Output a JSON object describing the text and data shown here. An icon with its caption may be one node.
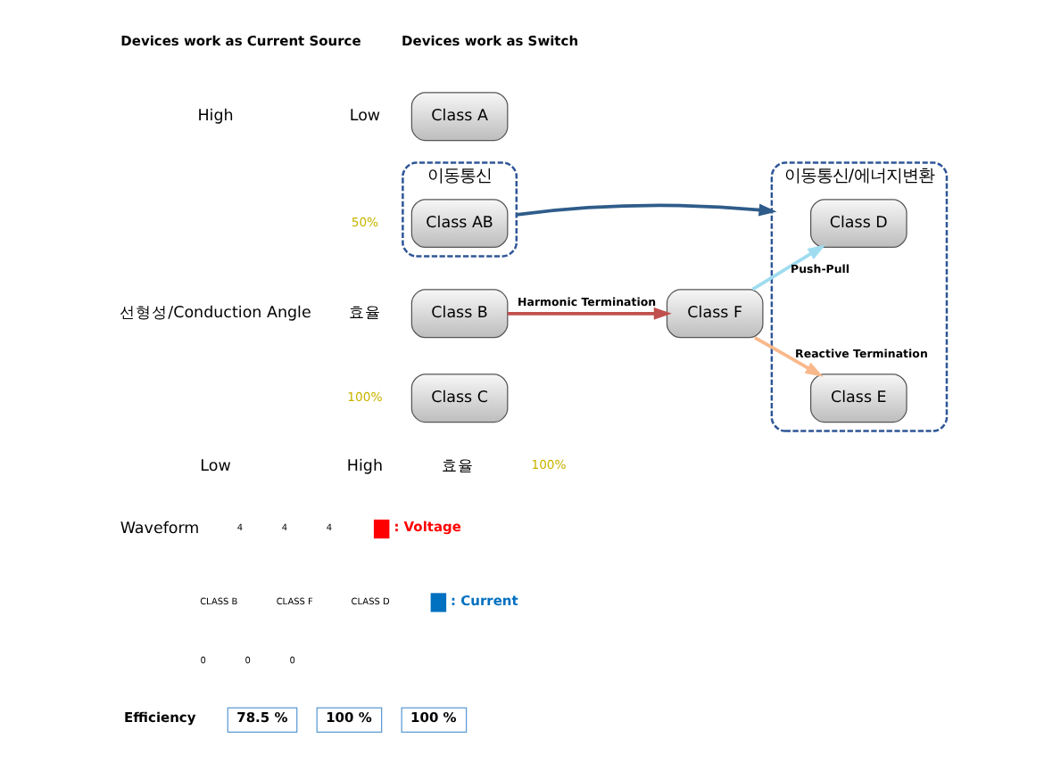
{
  "diagram": {
    "nodes": [
      {
        "text": [
          "Class A"
        ]
      },
      {
        "text": [
          "이동통신"
        ]
      },
      {
        "text": [
          "Class AB"
        ],
        "in": 1
      },
      {
        "text": [
          "Class B"
        ]
      },
      {
        "text": [
          "Class C"
        ]
      },
      {
        "text": [
          "Class F"
        ]
      },
      {
        "text": [
          "이동통신/에너지변환"
        ]
      },
      {
        "text": [
          "Class D"
        ],
        "in": 6
      },
      {
        "text": [
          "Class E"
        ],
        "in": 6
      }
    ],
    "edges": [
      {
        "from": 3,
        "to": 5,
        "arrow": "to",
        "label": "Harmonic Termination",
        "color": "#c0504d"
      },
      {
        "from": 5,
        "to": 7,
        "arrow": "to",
        "label": "Push-Pull",
        "color": "#9fdcf0"
      },
      {
        "from": 5,
        "to": 8,
        "arrow": "to",
        "label": "Reactive Termination",
        "color": "#f9b88a"
      },
      {
        "from": 1,
        "to": 6,
        "arrow": "to",
        "color": "#2e5c8a"
      }
    ],
    "labels": [
      "Devices work as Current Source",
      "Devices work as Switch",
      "High",
      "선형성/Conduction Angle",
      "Low",
      "Low",
      "50%",
      "효율",
      "100%",
      "High",
      "효율",
      "100%",
      "Waveform",
      "4",
      "CLASS B",
      "0",
      "4",
      "CLASS F",
      "0",
      "4",
      "CLASS D",
      "0",
      "Efficiency",
      "78.5 %",
      "100 %",
      "100 %"
    ],
    "legend": [
      {
        "text": ": Voltage",
        "color": "#ff0000"
      },
      {
        "text": ": Current",
        "color": "#0070c0"
      }
    ]
  }
}
